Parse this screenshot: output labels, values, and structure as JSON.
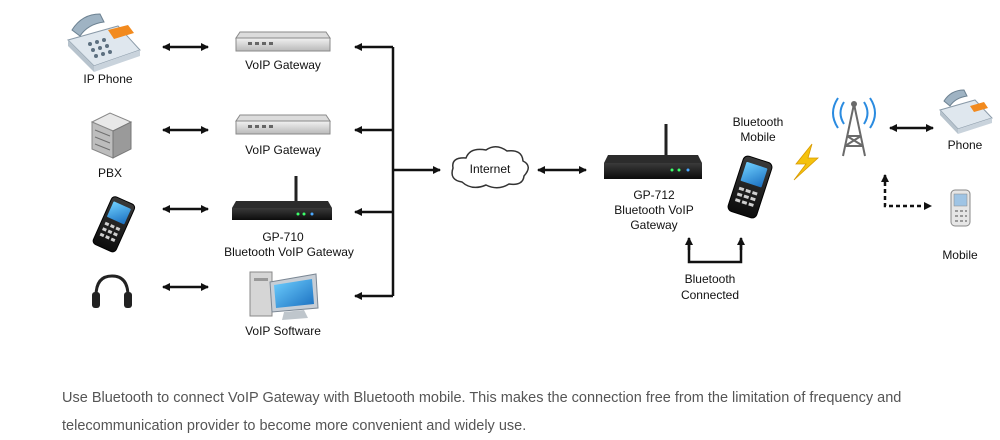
{
  "labels": {
    "ip_phone": "IP Phone",
    "voip_gateway_1": "VoIP Gateway",
    "voip_gateway_2": "VoIP Gateway",
    "pbx": "PBX",
    "gp710_line1": "GP-710",
    "gp710_line2": "Bluetooth VoIP Gateway",
    "voip_software": "VoIP Software",
    "internet": "Internet",
    "gp712_line1": "GP-712",
    "gp712_line2": "Bluetooth VoIP",
    "gp712_line3": "Gateway",
    "bt_mobile_line1": "Bluetooth",
    "bt_mobile_line2": "Mobile",
    "bt_connected_line1": "Bluetooth",
    "bt_connected_line2": "Connected",
    "phone": "Phone",
    "mobile": "Mobile"
  },
  "caption": {
    "line1": "Use Bluetooth to connect VoIP Gateway with Bluetooth mobile. This makes the connection free from the limitation of frequency and",
    "line2": "telecommunication provider to become more convenient and widely use."
  },
  "colors": {
    "line": "#111111",
    "bolt": "#f4c20d",
    "text": "#111111",
    "caption": "#555555"
  }
}
